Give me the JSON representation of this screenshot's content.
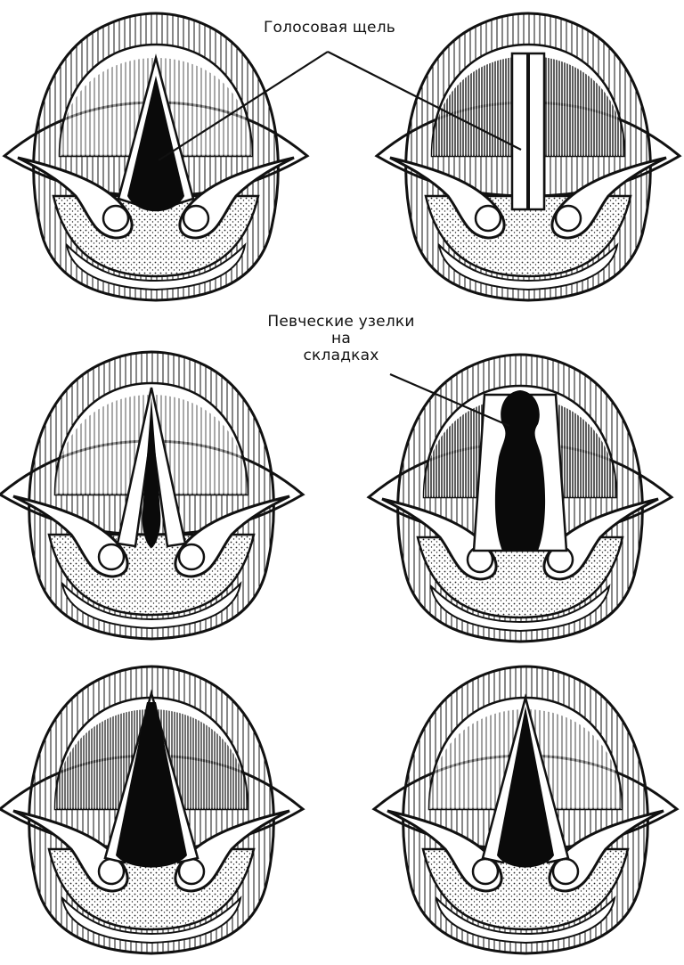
{
  "labels": {
    "glottis": "Голосовая щель",
    "nodules": [
      "Певческие узелки",
      "на",
      "складках"
    ]
  },
  "colors": {
    "ink": "#111111",
    "paper": "#ffffff"
  },
  "panels": [
    {
      "id": "glottis-open-triangle",
      "row": 1,
      "col": 1
    },
    {
      "id": "glottis-closed-line",
      "row": 1,
      "col": 2
    },
    {
      "id": "glottis-partial-posterior",
      "row": 2,
      "col": 1
    },
    {
      "id": "glottis-nodules-hourglass",
      "row": 2,
      "col": 2
    },
    {
      "id": "glottis-open-wide",
      "row": 3,
      "col": 1
    },
    {
      "id": "glottis-open-narrow",
      "row": 3,
      "col": 2
    }
  ]
}
